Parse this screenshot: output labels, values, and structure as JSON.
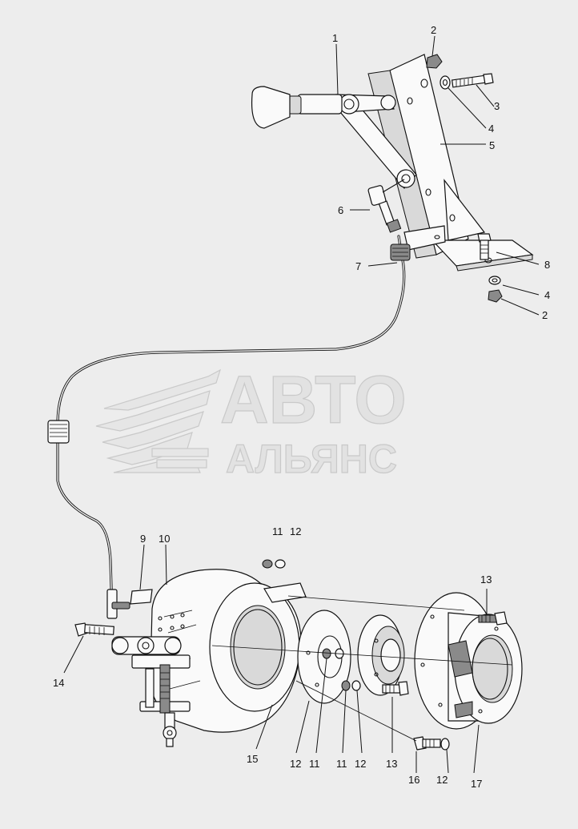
{
  "watermark": {
    "line1": "АВТО",
    "line2": "АЛЬЯНС",
    "logo_icon": "wing-logo-icon"
  },
  "callouts": [
    {
      "id": "c1",
      "label": "1"
    },
    {
      "id": "c2a",
      "label": "2"
    },
    {
      "id": "c3",
      "label": "3"
    },
    {
      "id": "c4a",
      "label": "4"
    },
    {
      "id": "c5",
      "label": "5"
    },
    {
      "id": "c6",
      "label": "6"
    },
    {
      "id": "c7",
      "label": "7"
    },
    {
      "id": "c8",
      "label": "8"
    },
    {
      "id": "c4b",
      "label": "4"
    },
    {
      "id": "c2b",
      "label": "2"
    },
    {
      "id": "c9",
      "label": "9"
    },
    {
      "id": "c10",
      "label": "10"
    },
    {
      "id": "c11a",
      "label": "11"
    },
    {
      "id": "c12a",
      "label": "12"
    },
    {
      "id": "c13a",
      "label": "13"
    },
    {
      "id": "c14",
      "label": "14"
    },
    {
      "id": "c15",
      "label": "15"
    },
    {
      "id": "c12b",
      "label": "12"
    },
    {
      "id": "c11b",
      "label": "11"
    },
    {
      "id": "c11c",
      "label": "11"
    },
    {
      "id": "c12c",
      "label": "12"
    },
    {
      "id": "c13b",
      "label": "13"
    },
    {
      "id": "c16",
      "label": "16"
    },
    {
      "id": "c12d",
      "label": "12"
    },
    {
      "id": "c17",
      "label": "17"
    }
  ]
}
